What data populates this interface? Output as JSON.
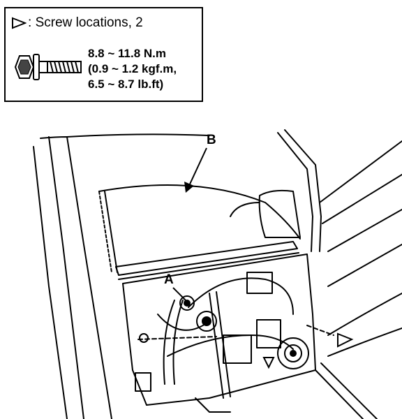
{
  "legend": {
    "symbol_icon": "open-triangle-icon",
    "colon": ":",
    "text": "Screw locations, 2"
  },
  "torque": {
    "line1": "8.8 ~ 11.8 N.m",
    "line2": "(0.9 ~ 1.2 kgf.m,",
    "line3": "6.5 ~ 8.7 lb.ft)"
  },
  "fastener_icon": "flange-bolt-icon",
  "callouts": {
    "a": "A",
    "b": "B"
  },
  "screw_marker_icon": "open-triangle-icon"
}
